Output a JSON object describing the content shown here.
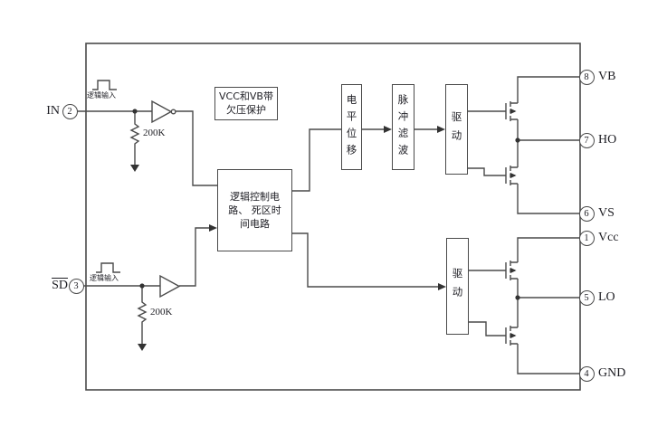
{
  "diagram": {
    "background": "#ffffff",
    "line_color": "#4a4a4a",
    "blocks": {
      "uvlo": {
        "line1": "VCC和VB带",
        "line2": "欠压保护"
      },
      "logic": {
        "line1": "逻辑控制电",
        "line2": "路、 死区时",
        "line3": "间电路"
      },
      "level_shift": "电平位移",
      "pulse_filter": "脉冲滤波",
      "driver_high": "驱动",
      "driver_low": "驱动"
    },
    "inputs": {
      "in": {
        "label": "IN",
        "pin_number": "2",
        "waveform_label": "逻辑输入",
        "pulldown_resistor": "200K"
      },
      "sd": {
        "label": "SD",
        "pin_number": "3",
        "waveform_label": "逻辑输入",
        "pulldown_resistor": "200K"
      }
    },
    "right_pins": [
      {
        "number": "8",
        "label": "VB"
      },
      {
        "number": "7",
        "label": "HO"
      },
      {
        "number": "6",
        "label": "VS"
      },
      {
        "number": "1",
        "label": "Vcc"
      },
      {
        "number": "5",
        "label": "LO"
      },
      {
        "number": "4",
        "label": "GND"
      }
    ]
  }
}
